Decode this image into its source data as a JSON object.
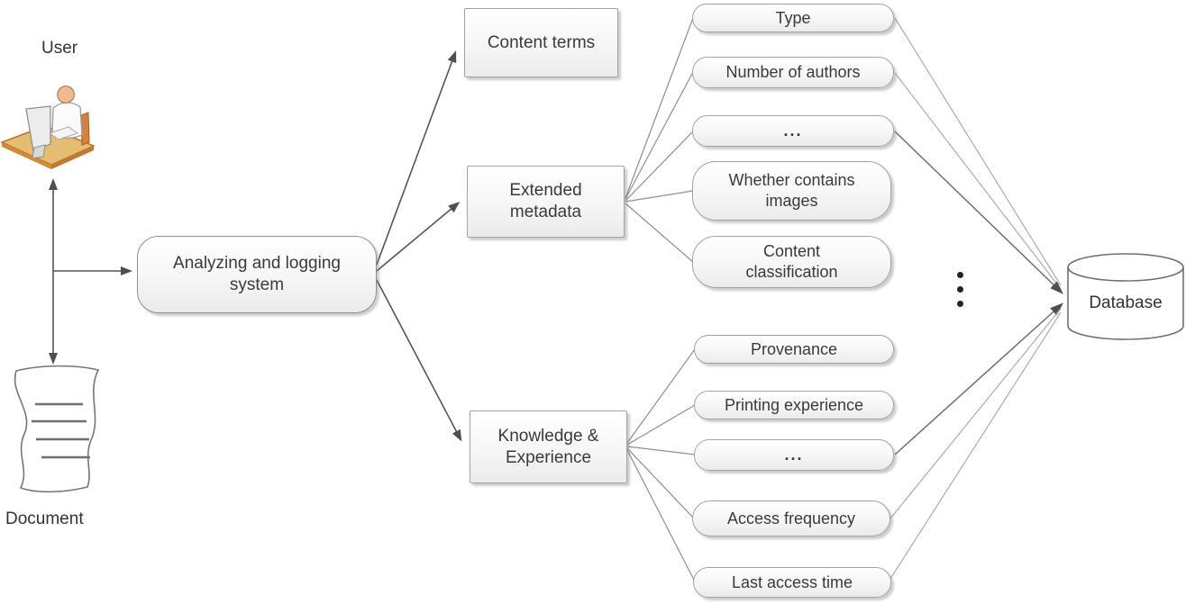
{
  "diagram": {
    "user": {
      "label": "User"
    },
    "document": {
      "label": "Document"
    },
    "analyzing_system": {
      "label": "Analyzing and logging system"
    },
    "content_terms": {
      "label": "Content terms"
    },
    "extended_metadata": {
      "label": "Extended metadata",
      "items": [
        "Type",
        "Number of authors",
        "...",
        "Whether contains images",
        "Content classification"
      ]
    },
    "knowledge_experience": {
      "label": "Knowledge & Experience",
      "items": [
        "Provenance",
        "Printing experience",
        "...",
        "Access frequency",
        "Last access time"
      ]
    },
    "database": {
      "label": "Database"
    },
    "icons": {
      "user": "user-at-desk-icon",
      "document": "wavy-document-icon",
      "database": "database-cylinder-icon",
      "more_items": "vertical-ellipsis-icon"
    },
    "colors": {
      "node_fill_top": "#ffffff",
      "node_fill_bottom": "#ebebeb",
      "node_border": "#a3a3a3",
      "text": "#3a3a3a",
      "connector_dark": "#565656",
      "connector_medium": "#8f8f8f",
      "connector_light": "#acacac",
      "desk_tan": "#e5bd72",
      "desk_edge": "#c07a2e",
      "skin": "#f2b98e"
    }
  }
}
